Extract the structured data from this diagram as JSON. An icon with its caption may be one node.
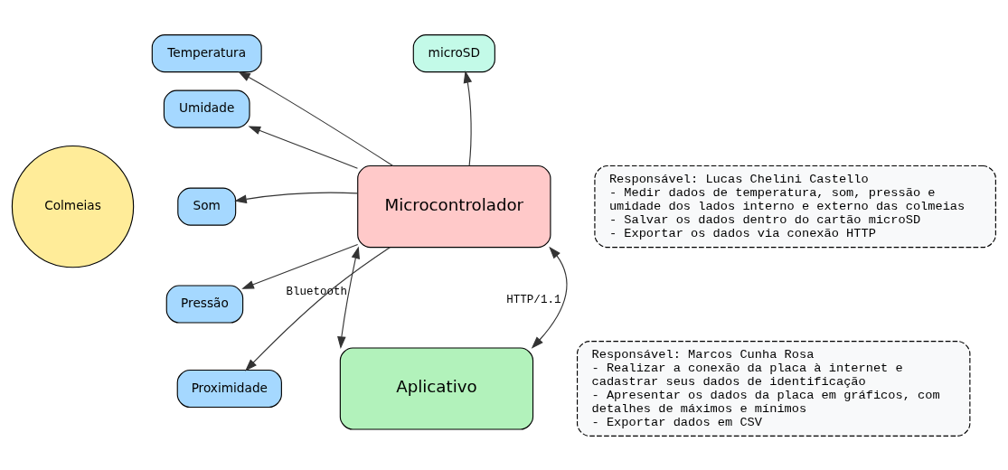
{
  "diagram": {
    "nodes": [
      {
        "text": [
          "Temperatura"
        ]
      },
      {
        "text": [
          "Umidade"
        ]
      },
      {
        "text": [
          "Som"
        ]
      },
      {
        "text": [
          "Pressão"
        ]
      },
      {
        "text": [
          "Proximidade"
        ]
      },
      {
        "text": [
          "Colmeias"
        ]
      },
      {
        "text": [
          "microSD"
        ]
      },
      {
        "text": [
          "Microcontrolador"
        ]
      },
      {
        "text": [
          "Responsável: Lucas Chelini Castello",
          "- Medir dados de temperatura, som, pressão e umidade dos lados interno e externo das colmeias",
          "- Salvar os dados dentro do cartão microSD",
          "- Exportar os dados via conexão HTTP"
        ]
      },
      {
        "text": [
          "Aplicativo"
        ]
      },
      {
        "text": [
          "Responsável: Marcos Cunha Rosa",
          "- Realizar a conexão da placa à internet e cadastrar seus dados de identificação",
          "- Apresentar os dados da placa em gráficos, com detalhes de máximos e mínimos",
          "- Exportar dados em CSV"
        ]
      }
    ],
    "edges": [
      {
        "from": 7,
        "to": 0,
        "arrow": "to"
      },
      {
        "from": 7,
        "to": 1,
        "arrow": "to"
      },
      {
        "from": 7,
        "to": 2,
        "arrow": "to"
      },
      {
        "from": 7,
        "to": 3,
        "arrow": "to"
      },
      {
        "from": 7,
        "to": 4,
        "arrow": "to"
      },
      {
        "from": 7,
        "to": 6,
        "arrow": "to"
      },
      {
        "from": 7,
        "to": 9,
        "arrow": "both",
        "label": "Bluetooth"
      },
      {
        "from": 7,
        "to": 9,
        "arrow": "both",
        "label": "HTTP/1.1"
      }
    ]
  }
}
